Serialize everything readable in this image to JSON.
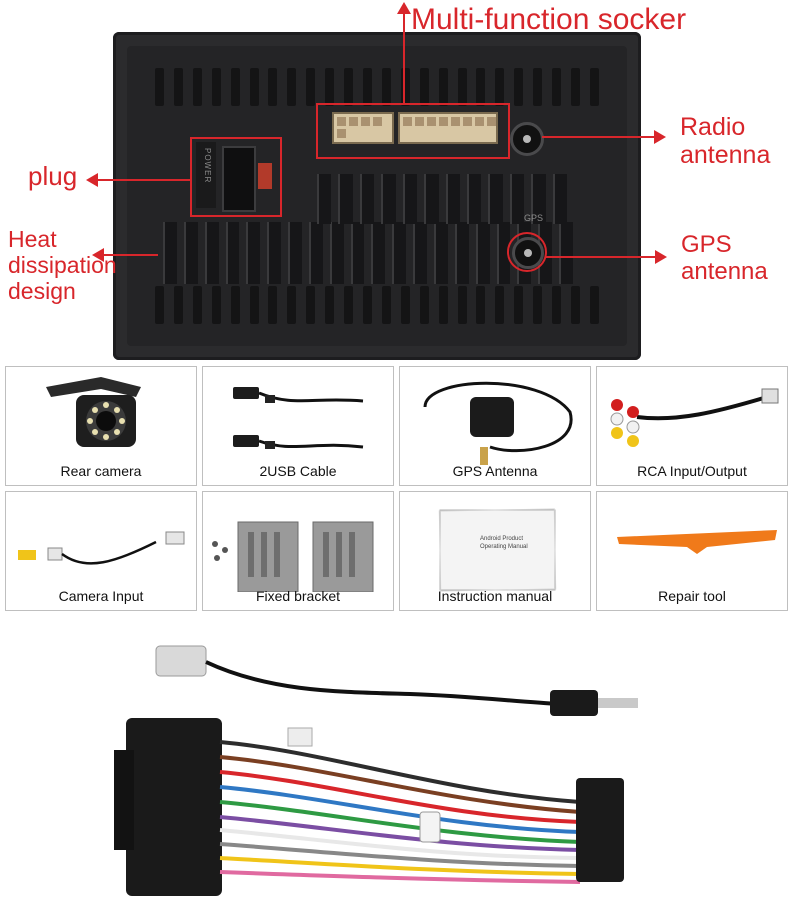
{
  "unit": {
    "callouts": {
      "multifunction": "Multi-function socker",
      "radio": "Radio\nantenna",
      "plug": "plug",
      "heat": "Heat\ndissipation\ndesign",
      "gps": "GPS\nantenna"
    },
    "panel_text": {
      "power": "POWER",
      "gps_small": "GPS"
    }
  },
  "accessories": [
    {
      "id": "rear-camera",
      "label": "Rear camera"
    },
    {
      "id": "usb-cable",
      "label": "2USB  Cable"
    },
    {
      "id": "gps-antenna",
      "label": "GPS  Antenna"
    },
    {
      "id": "rca",
      "label": "RCA Input/Output"
    },
    {
      "id": "camera-input",
      "label": "Camera  Input"
    },
    {
      "id": "fixed-bracket",
      "label": "Fixed bracket"
    },
    {
      "id": "instruction-manual",
      "label": "Instruction manual"
    },
    {
      "id": "repair-tool",
      "label": "Repair tool"
    }
  ],
  "manual_text": {
    "line1": "Android Product",
    "line2": "Operating Manual"
  },
  "colors": {
    "accent": "#d8262b",
    "device_body": "#2b2b2d",
    "connector": "#d8c7a4",
    "tool": "#f07a1a"
  }
}
